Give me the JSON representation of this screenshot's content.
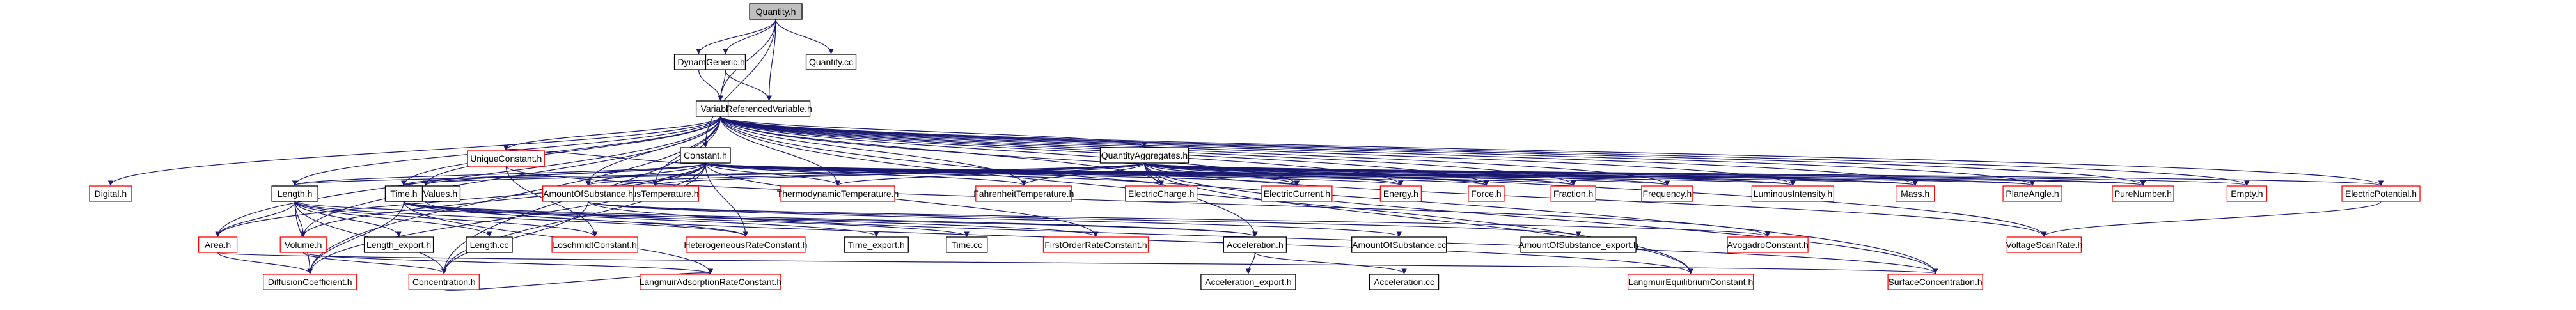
{
  "colors": {
    "background": "#ffffff",
    "edge": "#191970",
    "node_fill": "#ffffff",
    "node_text": "#000000",
    "border_documented": "#000000",
    "border_undocumented": "#ff0000",
    "root_fill": "#bfbfbf"
  },
  "nodes": [
    {
      "id": "quantity_h",
      "label": "Quantity.h",
      "style": "root"
    },
    {
      "id": "dynamic_h",
      "label": "Dynamic.h",
      "style": "documented"
    },
    {
      "id": "generic_h",
      "label": "Generic.h",
      "style": "documented"
    },
    {
      "id": "quantity_cc",
      "label": "Quantity.cc",
      "style": "documented"
    },
    {
      "id": "variable_h",
      "label": "Variable.h",
      "style": "documented"
    },
    {
      "id": "referencedvariable_h",
      "label": "ReferencedVariable.h",
      "style": "documented"
    },
    {
      "id": "uniqueconstant_h",
      "label": "UniqueConstant.h",
      "style": "undocumented"
    },
    {
      "id": "constant_h",
      "label": "Constant.h",
      "style": "documented"
    },
    {
      "id": "quantityaggregates_h",
      "label": "QuantityAggregates.h",
      "style": "documented"
    },
    {
      "id": "digital_h",
      "label": "Digital.h",
      "style": "undocumented"
    },
    {
      "id": "specialvalues_h",
      "label": "SpecialValues.h",
      "style": "documented"
    },
    {
      "id": "celsiustemperature_h",
      "label": "CelsiusTemperature.h",
      "style": "undocumented"
    },
    {
      "id": "thermodynamictemperature_h",
      "label": "ThermodynamicTemperature.h",
      "style": "undocumented"
    },
    {
      "id": "fahrenheittemperature_h",
      "label": "FahrenheitTemperature.h",
      "style": "undocumented"
    },
    {
      "id": "electriccharge_h",
      "label": "ElectricCharge.h",
      "style": "undocumented"
    },
    {
      "id": "electriccurrent_h",
      "label": "ElectricCurrent.h",
      "style": "undocumented"
    },
    {
      "id": "energy_h",
      "label": "Energy.h",
      "style": "undocumented"
    },
    {
      "id": "force_h",
      "label": "Force.h",
      "style": "undocumented"
    },
    {
      "id": "fraction_h",
      "label": "Fraction.h",
      "style": "undocumented"
    },
    {
      "id": "frequency_h",
      "label": "Frequency.h",
      "style": "undocumented"
    },
    {
      "id": "luminousintensity_h",
      "label": "LuminousIntensity.h",
      "style": "undocumented"
    },
    {
      "id": "mass_h",
      "label": "Mass.h",
      "style": "undocumented"
    },
    {
      "id": "planeangle_h",
      "label": "PlaneAngle.h",
      "style": "undocumented"
    },
    {
      "id": "purenumber_h",
      "label": "PureNumber.h",
      "style": "undocumented"
    },
    {
      "id": "empty_h",
      "label": "Empty.h",
      "style": "undocumented"
    },
    {
      "id": "electricpotential_h",
      "label": "ElectricPotential.h",
      "style": "undocumented"
    },
    {
      "id": "length_h",
      "label": "Length.h",
      "style": "documented"
    },
    {
      "id": "time_h",
      "label": "Time.h",
      "style": "documented"
    },
    {
      "id": "amountofsubstance_h",
      "label": "AmountOfSubstance.h",
      "style": "undocumented"
    },
    {
      "id": "area_h",
      "label": "Area.h",
      "style": "undocumented"
    },
    {
      "id": "volume_h",
      "label": "Volume.h",
      "style": "undocumented"
    },
    {
      "id": "length_export_h",
      "label": "Length_export.h",
      "style": "documented"
    },
    {
      "id": "length_cc",
      "label": "Length.cc",
      "style": "documented"
    },
    {
      "id": "loschmidtconstant_h",
      "label": "LoschmidtConstant.h",
      "style": "undocumented"
    },
    {
      "id": "heterogeneousrateconstant_h",
      "label": "HeterogeneousRateConstant.h",
      "style": "undocumented"
    },
    {
      "id": "time_export_h",
      "label": "Time_export.h",
      "style": "documented"
    },
    {
      "id": "time_cc",
      "label": "Time.cc",
      "style": "documented"
    },
    {
      "id": "firstorderrateconstant_h",
      "label": "FirstOrderRateConstant.h",
      "style": "undocumented"
    },
    {
      "id": "acceleration_h",
      "label": "Acceleration.h",
      "style": "documented"
    },
    {
      "id": "amountofsubstance_cc",
      "label": "AmountOfSubstance.cc",
      "style": "documented"
    },
    {
      "id": "amountofsubstance_export_h",
      "label": "AmountOfSubstance_export.h",
      "style": "documented"
    },
    {
      "id": "avogadroconstant_h",
      "label": "AvogadroConstant.h",
      "style": "undocumented"
    },
    {
      "id": "voltagescanrate_h",
      "label": "VoltageScanRate.h",
      "style": "undocumented"
    },
    {
      "id": "diffusioncoefficient_h",
      "label": "DiffusionCoefficient.h",
      "style": "undocumented"
    },
    {
      "id": "concentration_h",
      "label": "Concentration.h",
      "style": "undocumented"
    },
    {
      "id": "langmuiradsorptionrateconstant_h",
      "label": "LangmuirAdsorptionRateConstant.h",
      "style": "undocumented"
    },
    {
      "id": "acceleration_export_h",
      "label": "Acceleration_export.h",
      "style": "documented"
    },
    {
      "id": "acceleration_cc",
      "label": "Acceleration.cc",
      "style": "documented"
    },
    {
      "id": "langmuirequilibriumconstant_h",
      "label": "LangmuirEquilibriumConstant.h",
      "style": "undocumented"
    },
    {
      "id": "surfaceconcentration_h",
      "label": "SurfaceConcentration.h",
      "style": "undocumented"
    }
  ],
  "edges": [
    [
      "quantity_h",
      "dynamic_h"
    ],
    [
      "quantity_h",
      "generic_h"
    ],
    [
      "quantity_h",
      "quantity_cc"
    ],
    [
      "quantity_h",
      "variable_h"
    ],
    [
      "quantity_h",
      "referencedvariable_h"
    ],
    [
      "quantity_h",
      "constant_h"
    ],
    [
      "dynamic_h",
      "variable_h"
    ],
    [
      "generic_h",
      "variable_h"
    ],
    [
      "generic_h",
      "referencedvariable_h"
    ],
    [
      "variable_h",
      "uniqueconstant_h"
    ],
    [
      "variable_h",
      "constant_h"
    ],
    [
      "variable_h",
      "quantityaggregates_h"
    ],
    [
      "variable_h",
      "digital_h"
    ],
    [
      "variable_h",
      "specialvalues_h"
    ],
    [
      "variable_h",
      "celsiustemperature_h"
    ],
    [
      "variable_h",
      "thermodynamictemperature_h"
    ],
    [
      "variable_h",
      "fahrenheittemperature_h"
    ],
    [
      "variable_h",
      "electriccharge_h"
    ],
    [
      "variable_h",
      "electriccurrent_h"
    ],
    [
      "variable_h",
      "energy_h"
    ],
    [
      "variable_h",
      "force_h"
    ],
    [
      "variable_h",
      "fraction_h"
    ],
    [
      "variable_h",
      "frequency_h"
    ],
    [
      "variable_h",
      "luminousintensity_h"
    ],
    [
      "variable_h",
      "mass_h"
    ],
    [
      "variable_h",
      "planeangle_h"
    ],
    [
      "variable_h",
      "purenumber_h"
    ],
    [
      "variable_h",
      "empty_h"
    ],
    [
      "variable_h",
      "electricpotential_h"
    ],
    [
      "variable_h",
      "length_h"
    ],
    [
      "variable_h",
      "time_h"
    ],
    [
      "variable_h",
      "amountofsubstance_h"
    ],
    [
      "variable_h",
      "area_h"
    ],
    [
      "variable_h",
      "volume_h"
    ],
    [
      "variable_h",
      "diffusioncoefficient_h"
    ],
    [
      "variable_h",
      "concentration_h"
    ],
    [
      "variable_h",
      "surfaceconcentration_h"
    ],
    [
      "variable_h",
      "voltagescanrate_h"
    ],
    [
      "variable_h",
      "langmuirequilibriumconstant_h"
    ],
    [
      "uniqueconstant_h",
      "loschmidtconstant_h"
    ],
    [
      "uniqueconstant_h",
      "avogadroconstant_h"
    ],
    [
      "constant_h",
      "uniqueconstant_h"
    ],
    [
      "constant_h",
      "specialvalues_h"
    ],
    [
      "constant_h",
      "celsiustemperature_h"
    ],
    [
      "constant_h",
      "thermodynamictemperature_h"
    ],
    [
      "constant_h",
      "fahrenheittemperature_h"
    ],
    [
      "constant_h",
      "electriccharge_h"
    ],
    [
      "constant_h",
      "electriccurrent_h"
    ],
    [
      "constant_h",
      "energy_h"
    ],
    [
      "constant_h",
      "force_h"
    ],
    [
      "constant_h",
      "fraction_h"
    ],
    [
      "constant_h",
      "frequency_h"
    ],
    [
      "constant_h",
      "luminousintensity_h"
    ],
    [
      "constant_h",
      "mass_h"
    ],
    [
      "constant_h",
      "planeangle_h"
    ],
    [
      "constant_h",
      "purenumber_h"
    ],
    [
      "constant_h",
      "length_h"
    ],
    [
      "constant_h",
      "time_h"
    ],
    [
      "constant_h",
      "amountofsubstance_h"
    ],
    [
      "constant_h",
      "area_h"
    ],
    [
      "constant_h",
      "volume_h"
    ],
    [
      "constant_h",
      "heterogeneousrateconstant_h"
    ],
    [
      "constant_h",
      "firstorderrateconstant_h"
    ],
    [
      "constant_h",
      "concentration_h"
    ],
    [
      "constant_h",
      "diffusioncoefficient_h"
    ],
    [
      "quantityaggregates_h",
      "celsiustemperature_h"
    ],
    [
      "quantityaggregates_h",
      "thermodynamictemperature_h"
    ],
    [
      "quantityaggregates_h",
      "fahrenheittemperature_h"
    ],
    [
      "quantityaggregates_h",
      "electriccharge_h"
    ],
    [
      "quantityaggregates_h",
      "electriccurrent_h"
    ],
    [
      "quantityaggregates_h",
      "energy_h"
    ],
    [
      "quantityaggregates_h",
      "force_h"
    ],
    [
      "quantityaggregates_h",
      "fraction_h"
    ],
    [
      "quantityaggregates_h",
      "frequency_h"
    ],
    [
      "quantityaggregates_h",
      "luminousintensity_h"
    ],
    [
      "quantityaggregates_h",
      "mass_h"
    ],
    [
      "quantityaggregates_h",
      "planeangle_h"
    ],
    [
      "quantityaggregates_h",
      "purenumber_h"
    ],
    [
      "quantityaggregates_h",
      "empty_h"
    ],
    [
      "quantityaggregates_h",
      "electricpotential_h"
    ],
    [
      "quantityaggregates_h",
      "length_h"
    ],
    [
      "quantityaggregates_h",
      "time_h"
    ],
    [
      "quantityaggregates_h",
      "amountofsubstance_h"
    ],
    [
      "quantityaggregates_h",
      "acceleration_h"
    ],
    [
      "quantityaggregates_h",
      "voltagescanrate_h"
    ],
    [
      "quantityaggregates_h",
      "langmuirequilibriumconstant_h"
    ],
    [
      "quantityaggregates_h",
      "surfaceconcentration_h"
    ],
    [
      "length_h",
      "area_h"
    ],
    [
      "length_h",
      "volume_h"
    ],
    [
      "length_h",
      "length_export_h"
    ],
    [
      "length_h",
      "length_cc"
    ],
    [
      "length_h",
      "loschmidtconstant_h"
    ],
    [
      "length_h",
      "heterogeneousrateconstant_h"
    ],
    [
      "length_h",
      "acceleration_h"
    ],
    [
      "length_h",
      "diffusioncoefficient_h"
    ],
    [
      "length_h",
      "concentration_h"
    ],
    [
      "time_h",
      "time_export_h"
    ],
    [
      "time_h",
      "time_cc"
    ],
    [
      "time_h",
      "firstorderrateconstant_h"
    ],
    [
      "time_h",
      "acceleration_h"
    ],
    [
      "time_h",
      "heterogeneousrateconstant_h"
    ],
    [
      "time_h",
      "diffusioncoefficient_h"
    ],
    [
      "time_h",
      "langmuiradsorptionrateconstant_h"
    ],
    [
      "amountofsubstance_h",
      "amountofsubstance_cc"
    ],
    [
      "amountofsubstance_h",
      "amountofsubstance_export_h"
    ],
    [
      "amountofsubstance_h",
      "avogadroconstant_h"
    ],
    [
      "amountofsubstance_h",
      "concentration_h"
    ],
    [
      "amountofsubstance_h",
      "surfaceconcentration_h"
    ],
    [
      "area_h",
      "diffusioncoefficient_h"
    ],
    [
      "area_h",
      "surfaceconcentration_h"
    ],
    [
      "volume_h",
      "concentration_h"
    ],
    [
      "volume_h",
      "langmuiradsorptionrateconstant_h"
    ],
    [
      "concentration_h",
      "langmuiradsorptionrateconstant_h"
    ],
    [
      "acceleration_h",
      "acceleration_export_h"
    ],
    [
      "acceleration_h",
      "acceleration_cc"
    ],
    [
      "electricpotential_h",
      "voltagescanrate_h"
    ],
    [
      "specialvalues_h",
      "langmuirequilibriumconstant_h"
    ]
  ]
}
